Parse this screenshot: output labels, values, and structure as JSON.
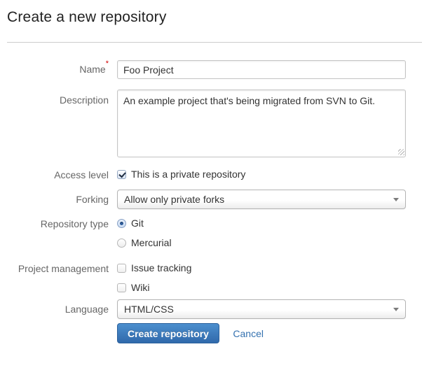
{
  "page": {
    "title": "Create a new repository"
  },
  "colors": {
    "accent_button_top": "#4c8fce",
    "accent_button_bottom": "#3069ab",
    "link": "#3572b0",
    "required_marker": "#d20000",
    "label": "#666666",
    "divider": "#cccccc"
  },
  "form": {
    "fields": {
      "name": {
        "label": "Name",
        "required_marker": "*",
        "value": "Foo Project"
      },
      "description": {
        "label": "Description",
        "value": "An example project that's being migrated from SVN to Git."
      },
      "access_level": {
        "label": "Access level",
        "checkbox_label": "This is a private repository",
        "checked": true
      },
      "forking": {
        "label": "Forking",
        "selected_option": "Allow only private forks"
      },
      "repository_type": {
        "label": "Repository type",
        "options": [
          {
            "label": "Git",
            "selected": true
          },
          {
            "label": "Mercurial",
            "selected": false
          }
        ]
      },
      "project_management": {
        "label": "Project management",
        "options": [
          {
            "label": "Issue tracking",
            "checked": false
          },
          {
            "label": "Wiki",
            "checked": false
          }
        ]
      },
      "language": {
        "label": "Language",
        "selected_option": "HTML/CSS"
      }
    },
    "actions": {
      "submit_label": "Create repository",
      "cancel_label": "Cancel"
    }
  }
}
